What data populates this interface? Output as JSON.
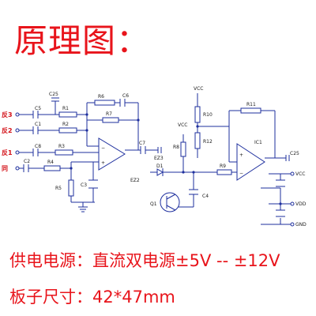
{
  "title": "原理图：",
  "power_supply": "供电电源：直流双电源±5V -- ±12V",
  "board_size": "板子尺寸：42*47mm",
  "schematic": {
    "inputs": [
      "反3",
      "反2",
      "反1",
      "同"
    ],
    "components": {
      "resistors": [
        "R1",
        "R2",
        "R3",
        "R4",
        "R5",
        "R6",
        "R7",
        "R8",
        "R9",
        "R10",
        "R11",
        "R12"
      ],
      "capacitors": [
        "C1",
        "C2",
        "C3",
        "C4",
        "C5",
        "C6",
        "C7",
        "C8"
      ],
      "electrolytic": [
        "C25",
        "C25",
        "EZ3",
        "EZ2"
      ],
      "chips": [
        "IC1"
      ],
      "diodes": [
        "D1"
      ],
      "transistors": [
        "Q1"
      ]
    },
    "rails": [
      "VCC",
      "VCC",
      "VCC",
      "VDD",
      "GND"
    ]
  },
  "colors": {
    "text_red": "#e8141b",
    "wire_blue": "#1e2f9e"
  }
}
